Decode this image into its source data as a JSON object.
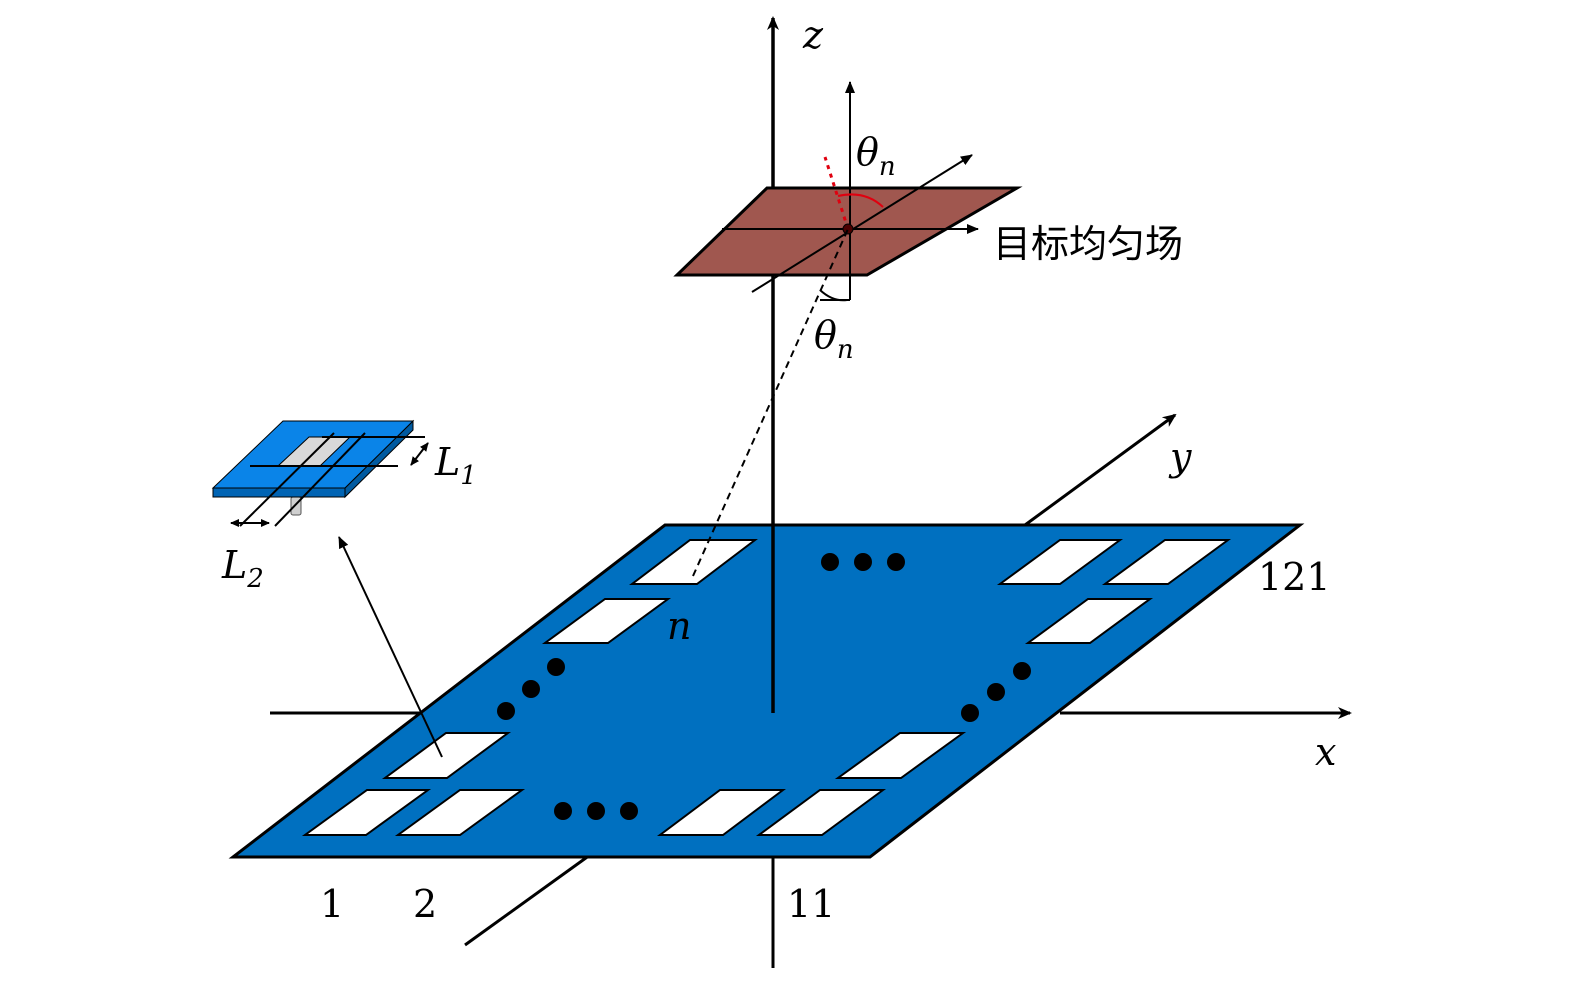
{
  "axes": {
    "x": "x",
    "y": "y",
    "z": "z"
  },
  "target_field": {
    "label": "目标均匀场",
    "angle_symbol": "θ",
    "angle_subscript": "n",
    "color": "#a0574f"
  },
  "array": {
    "color": "#0070c0",
    "element_labels": {
      "first": "1",
      "second": "2",
      "row_end": "11",
      "last": "121",
      "nth": "n"
    }
  },
  "antenna_element": {
    "length_1": {
      "symbol": "L",
      "subscript": "1"
    },
    "length_2": {
      "symbol": "L",
      "subscript": "2"
    },
    "substrate_color": "#0a84e8",
    "patch_color": "#d9d9d9"
  }
}
